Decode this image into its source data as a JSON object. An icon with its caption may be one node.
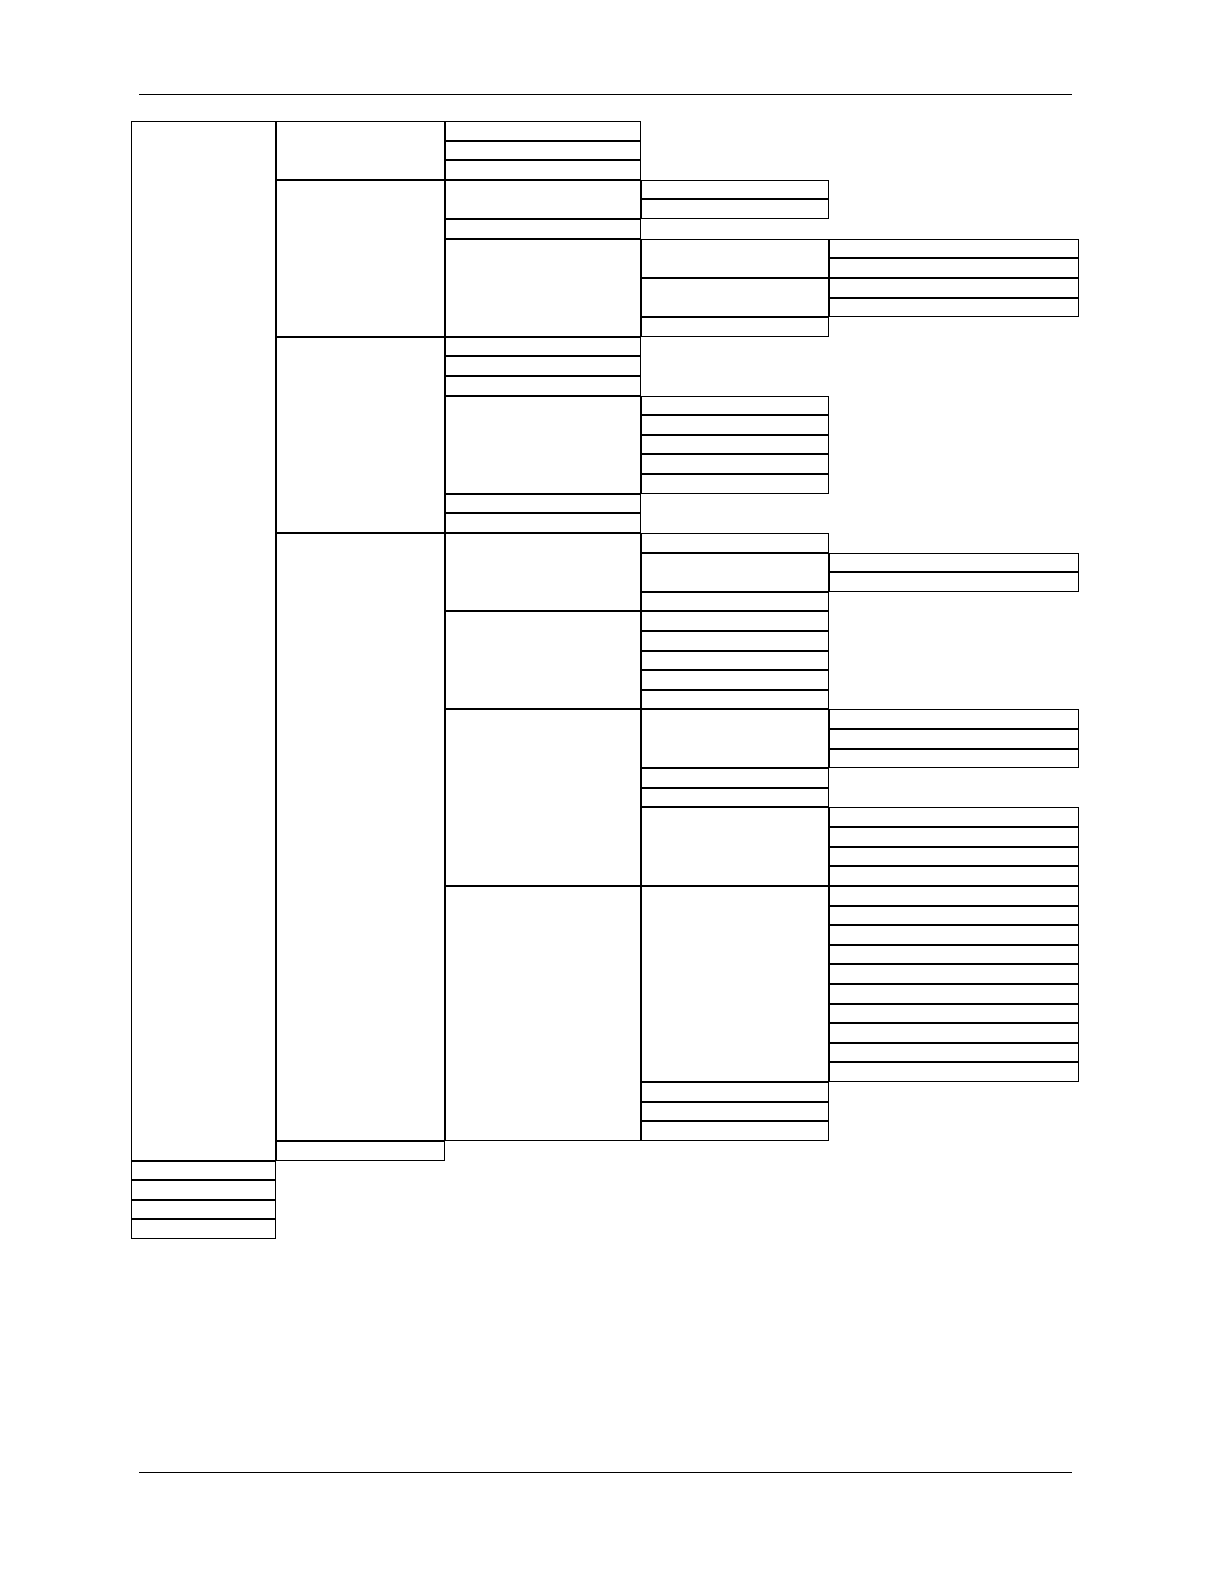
{
  "diagram": {
    "nodes": [
      {
        "text": [],
        "shape": "box"
      },
      {
        "text": [],
        "shape": "box"
      },
      {
        "text": [],
        "shape": "box"
      },
      {
        "text": [],
        "shape": "box"
      },
      {
        "text": [],
        "shape": "box"
      },
      {
        "text": [],
        "shape": "box"
      },
      {
        "text": [],
        "shape": "box"
      },
      {
        "text": [],
        "shape": "box"
      },
      {
        "text": [],
        "shape": "box"
      },
      {
        "text": [],
        "shape": "box"
      },
      {
        "text": [],
        "shape": "box"
      },
      {
        "text": [],
        "shape": "box"
      },
      {
        "text": [],
        "shape": "box"
      },
      {
        "text": [],
        "shape": "box"
      },
      {
        "text": [],
        "shape": "box"
      },
      {
        "text": [],
        "shape": "box"
      },
      {
        "text": [],
        "shape": "box"
      },
      {
        "text": [],
        "shape": "box"
      },
      {
        "text": [],
        "shape": "box"
      },
      {
        "text": [],
        "shape": "box"
      },
      {
        "text": [],
        "shape": "box"
      },
      {
        "text": [],
        "shape": "box"
      },
      {
        "text": [],
        "shape": "box"
      },
      {
        "text": [],
        "shape": "box"
      },
      {
        "text": [],
        "shape": "box"
      },
      {
        "text": [],
        "shape": "box"
      },
      {
        "text": [],
        "shape": "box"
      },
      {
        "text": [],
        "shape": "box"
      },
      {
        "text": [],
        "shape": "box"
      },
      {
        "text": [],
        "shape": "box"
      },
      {
        "text": [],
        "shape": "box"
      },
      {
        "text": [],
        "shape": "box"
      },
      {
        "text": [],
        "shape": "box"
      },
      {
        "text": [],
        "shape": "box"
      },
      {
        "text": [],
        "shape": "box"
      },
      {
        "text": [],
        "shape": "box"
      },
      {
        "text": [],
        "shape": "box"
      },
      {
        "text": [],
        "shape": "box"
      },
      {
        "text": [],
        "shape": "box"
      },
      {
        "text": [],
        "shape": "box"
      },
      {
        "text": [],
        "shape": "box"
      },
      {
        "text": [],
        "shape": "box"
      },
      {
        "text": [],
        "shape": "box"
      },
      {
        "text": [],
        "shape": "box"
      },
      {
        "text": [],
        "shape": "box"
      },
      {
        "text": [],
        "shape": "box"
      },
      {
        "text": [],
        "shape": "box"
      },
      {
        "text": [],
        "shape": "box"
      },
      {
        "text": [],
        "shape": "box"
      },
      {
        "text": [],
        "shape": "box"
      },
      {
        "text": [],
        "shape": "box"
      },
      {
        "text": [],
        "shape": "box"
      },
      {
        "text": [],
        "shape": "box"
      },
      {
        "text": [],
        "shape": "box"
      },
      {
        "text": [],
        "shape": "box"
      },
      {
        "text": [],
        "shape": "box"
      },
      {
        "text": [],
        "shape": "box"
      },
      {
        "text": [],
        "shape": "box"
      },
      {
        "text": [],
        "shape": "box"
      },
      {
        "text": [],
        "shape": "box"
      },
      {
        "text": [],
        "shape": "box"
      },
      {
        "text": [],
        "shape": "box"
      },
      {
        "text": [],
        "shape": "box"
      },
      {
        "text": [],
        "shape": "box"
      },
      {
        "text": [],
        "shape": "box"
      },
      {
        "text": [],
        "shape": "box"
      },
      {
        "text": [],
        "shape": "box"
      },
      {
        "text": [],
        "shape": "box"
      },
      {
        "text": [],
        "shape": "box"
      },
      {
        "text": [],
        "shape": "box"
      },
      {
        "text": [],
        "shape": "box"
      },
      {
        "text": [],
        "shape": "box"
      },
      {
        "text": [],
        "shape": "box"
      },
      {
        "text": [],
        "shape": "box"
      },
      {
        "text": [],
        "shape": "box"
      }
    ]
  }
}
